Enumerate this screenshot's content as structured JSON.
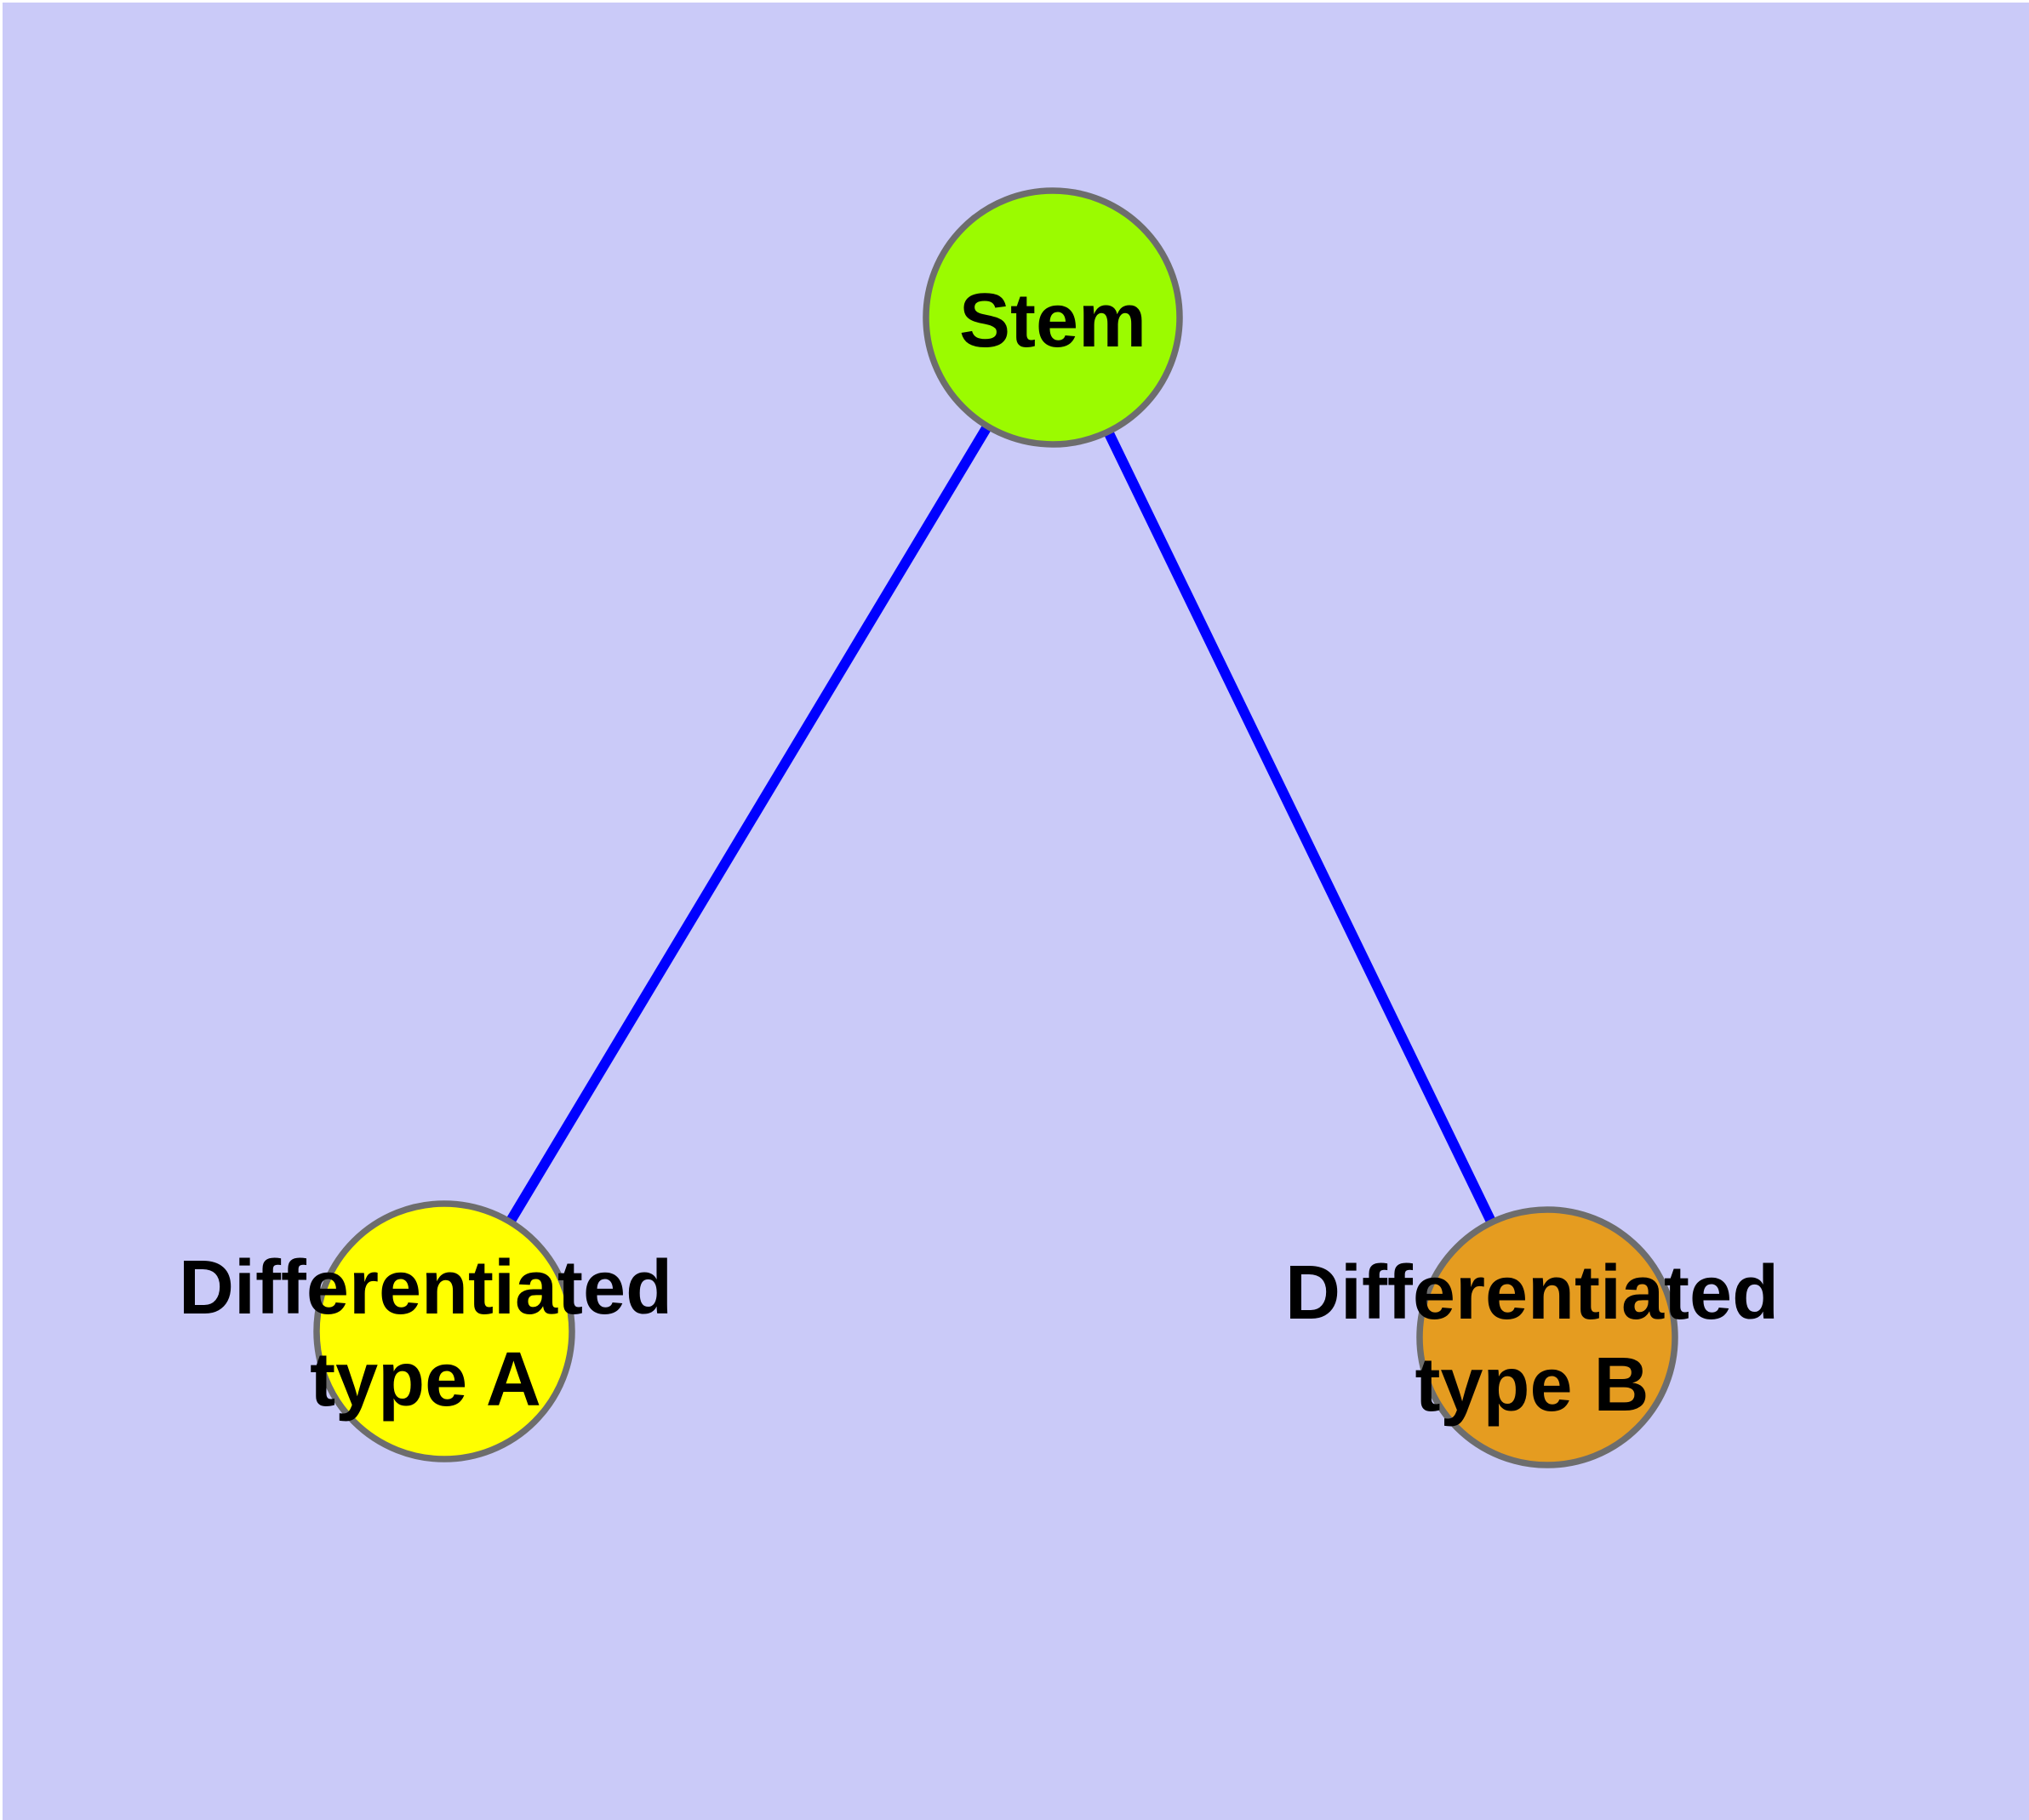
{
  "diagram": {
    "type": "graph",
    "background_color": "#CACAF8",
    "page_margin_color": "#FFFFFF",
    "edge_color": "#0000FF",
    "node_border_color": "#6D6D6D",
    "label_color": "#000000",
    "nodes": [
      {
        "id": "stem",
        "label": "Stem",
        "color": "#9BFB00"
      },
      {
        "id": "differentiated-type-a",
        "label": "Differentiated\ntype A",
        "color": "#FFFF00"
      },
      {
        "id": "differentiated-type-b",
        "label": "Differentiated\ntype B",
        "color": "#E59C20"
      }
    ],
    "edges": [
      {
        "from": "stem",
        "to": "differentiated-type-a"
      },
      {
        "from": "stem",
        "to": "differentiated-type-b"
      }
    ]
  }
}
